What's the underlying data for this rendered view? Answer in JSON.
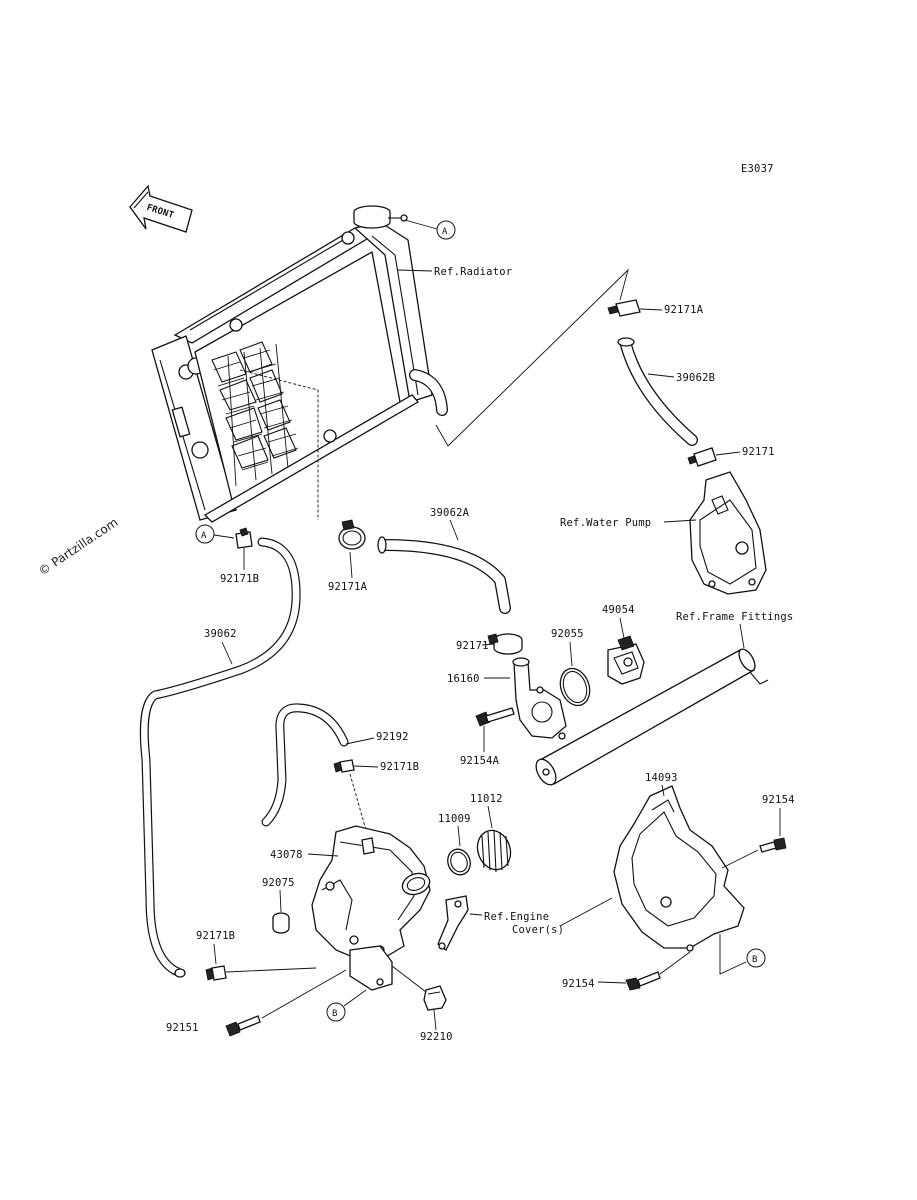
{
  "diagram_code": "E3037",
  "front_arrow": "FRONT",
  "watermark": "© Partzilla.com",
  "copyright_lines": [
    "",
    ""
  ],
  "markers": {
    "A": "A",
    "B": "B"
  },
  "labels": {
    "ref_radiator": "Ref.Radiator",
    "ref_water_pump": "Ref.Water Pump",
    "ref_frame_fittings": "Ref.Frame Fittings",
    "ref_engine_cover_1": "Ref.Engine",
    "ref_engine_cover_2": "Cover(s)",
    "p92171A_top": "92171A",
    "p39062B": "39062B",
    "p92171_right": "92171",
    "p39062A": "39062A",
    "p92171B_left": "92171B",
    "p92171A_mid": "92171A",
    "p39062": "39062",
    "p92171_mid": "92171",
    "p92055": "92055",
    "p49054": "49054",
    "p16160": "16160",
    "p92154A": "92154A",
    "p92192": "92192",
    "p92171B_mid": "92171B",
    "p14093": "14093",
    "p92154_right": "92154",
    "p11012": "11012",
    "p11009": "11009",
    "p43078": "43078",
    "p92075": "92075",
    "p92171B_low": "92171B",
    "p92154_bottom": "92154",
    "p92151": "92151",
    "p92210": "92210"
  }
}
